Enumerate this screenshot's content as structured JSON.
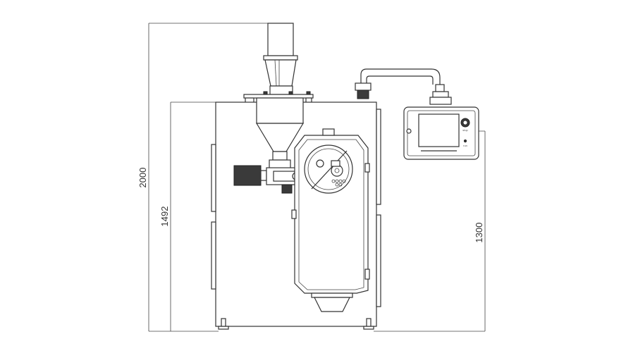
{
  "dimensions": {
    "total_height": "2000",
    "body_height": "1492",
    "panel_height": "1300"
  },
  "panel": {
    "knob_label": "stop",
    "led_label": "run"
  },
  "colors": {
    "line": "#333333",
    "background": "#ffffff"
  }
}
